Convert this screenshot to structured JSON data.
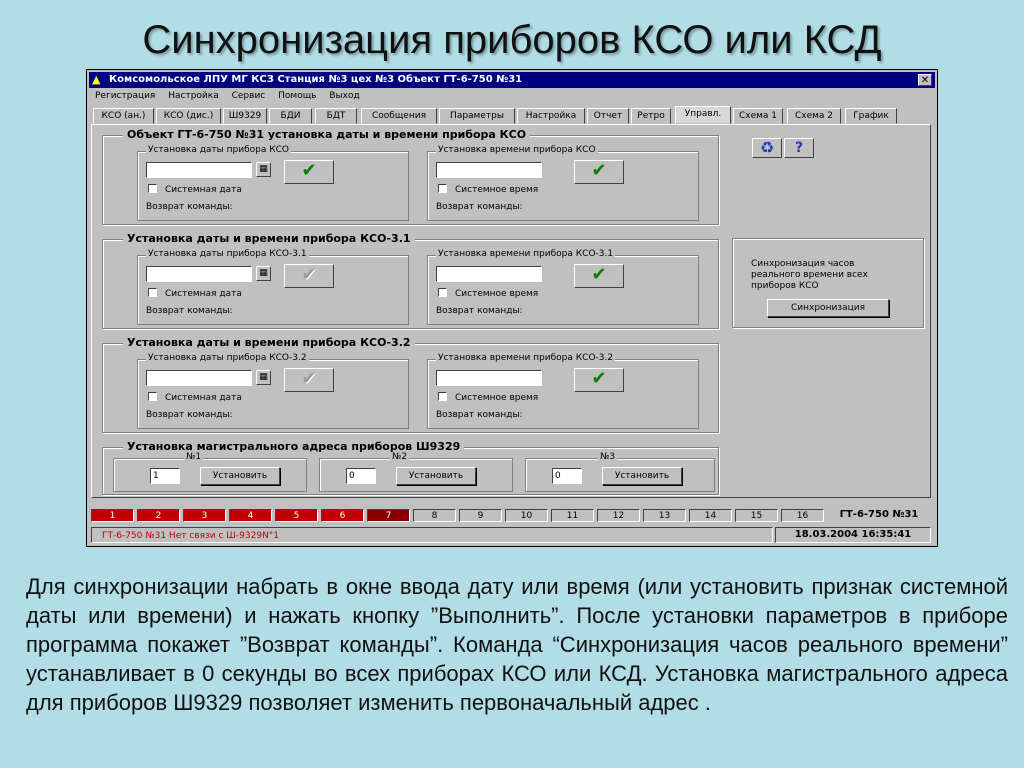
{
  "slide": {
    "title": "Синхронизация приборов КСО или КСД",
    "description": "Для синхронизации набрать в окне ввода дату или время (или установить признак системной даты или времени) и нажать кнопку ”Выполнить”.  После установки параметров в приборе программа покажет ”Возврат команды”. Команда “Синхронизация часов реального времени” устанавливает в 0 секунды во всех приборах КСО или КСД. Установка магистрального адреса для приборов Ш9329 позволяет изменить первоначальный  адрес ."
  },
  "window": {
    "title": "Комсомольское ЛПУ МГ КСЗ Станция №3  цех №3  Объект ГТ-6-750 №31",
    "close_glyph": "✕",
    "menu": [
      "Регистрация",
      "Настройка",
      "Сервис",
      "Помощь",
      "Выход"
    ],
    "tabs": [
      "КСО (ан.)",
      "КСО (дис.)",
      "Ш9329",
      "БДИ",
      "БДТ",
      "Сообщения",
      "Параметры",
      "Настройка",
      "Отчет",
      "Ретро",
      "Управл.",
      "Схема 1",
      "Схема 2",
      "График"
    ],
    "active_tab": "Управл."
  },
  "groups": [
    {
      "title": "Объект ГТ-6-750 №31 установка даты и времени прибора КСО",
      "date_title": "Установка даты прибора КСО",
      "time_title": "Установка времени прибора КСО",
      "date_enabled": true
    },
    {
      "title": "Установка даты и времени прибора КСО-3.1",
      "date_title": "Установка даты прибора КСО-3.1",
      "time_title": "Установка времени прибора КСО-3.1",
      "date_enabled": false
    },
    {
      "title": "Установка даты и времени прибора КСО-3.2",
      "date_title": "Установка даты прибора КСО-3.2",
      "time_title": "Установка времени прибора КСО-3.2",
      "date_enabled": false
    }
  ],
  "labels": {
    "system_date": "Системная дата",
    "system_time": "Системное время",
    "command_return": "Возврат команды:",
    "ok_glyph": "✔",
    "cal_glyph": "▦"
  },
  "icons": {
    "refresh_glyph": "♻",
    "help_glyph": "?"
  },
  "sync": {
    "text": "Синхронизация часов реального времени всех приборов КСО",
    "button": "Синхронизация"
  },
  "address": {
    "title": "Установка магистрального адреса приборов Ш9329",
    "items": [
      {
        "label": "№1",
        "value": "1",
        "button": "Установить"
      },
      {
        "label": "№2",
        "value": "0",
        "button": "Установить"
      },
      {
        "label": "№3",
        "value": "0",
        "button": "Установить"
      }
    ]
  },
  "status": {
    "numbers": [
      "1",
      "2",
      "3",
      "4",
      "5",
      "6",
      "7",
      "8",
      "9",
      "10",
      "11",
      "12",
      "13",
      "14",
      "15",
      "16"
    ],
    "red_count": 7,
    "device": "ГТ-6-750 №31",
    "message": "ГТ-6-750 №31 Нет связи с Ш-9329N°1",
    "datetime": "18.03.2004 16:35:41"
  },
  "colors": {
    "background": "#b2dde6",
    "titlebar": "#000080",
    "window": "#c0c0c0",
    "status_red": "#c00000"
  }
}
